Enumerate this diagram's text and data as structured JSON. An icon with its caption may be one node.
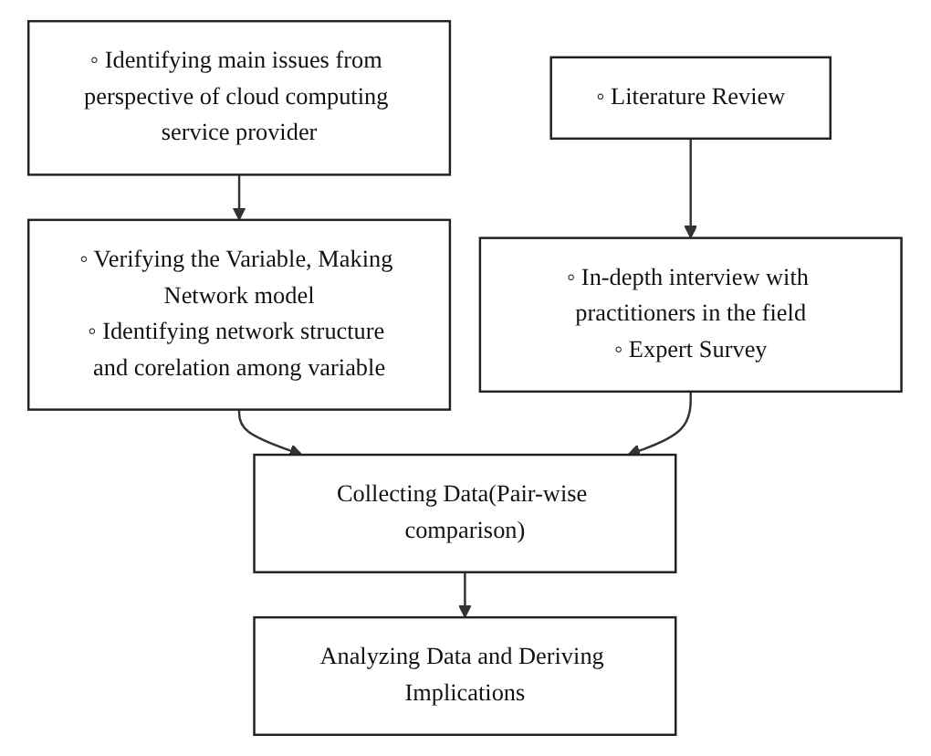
{
  "diagram": {
    "nodes": [
      {
        "text": [
          "◦ Identifying main issues from perspective of cloud computing service provider"
        ]
      },
      {
        "text": [
          "◦ Literature Review"
        ]
      },
      {
        "text": [
          "◦ Verifying the Variable, Making Network model",
          "◦ Identifying network structure and corelation among variable"
        ]
      },
      {
        "text": [
          "◦ In-depth interview with practitioners in the field",
          "◦ Expert Survey"
        ]
      },
      {
        "text": [
          "Collecting Data(Pair-wise comparison)"
        ]
      },
      {
        "text": [
          "Analyzing Data and Deriving Implications"
        ]
      }
    ],
    "edges": [
      {
        "from": 0,
        "to": 2,
        "arrow": "to"
      },
      {
        "from": 1,
        "to": 3,
        "arrow": "to"
      },
      {
        "from": 2,
        "to": 4,
        "arrow": "to"
      },
      {
        "from": 3,
        "to": 4,
        "arrow": "to"
      },
      {
        "from": 4,
        "to": 5,
        "arrow": "to"
      }
    ]
  }
}
